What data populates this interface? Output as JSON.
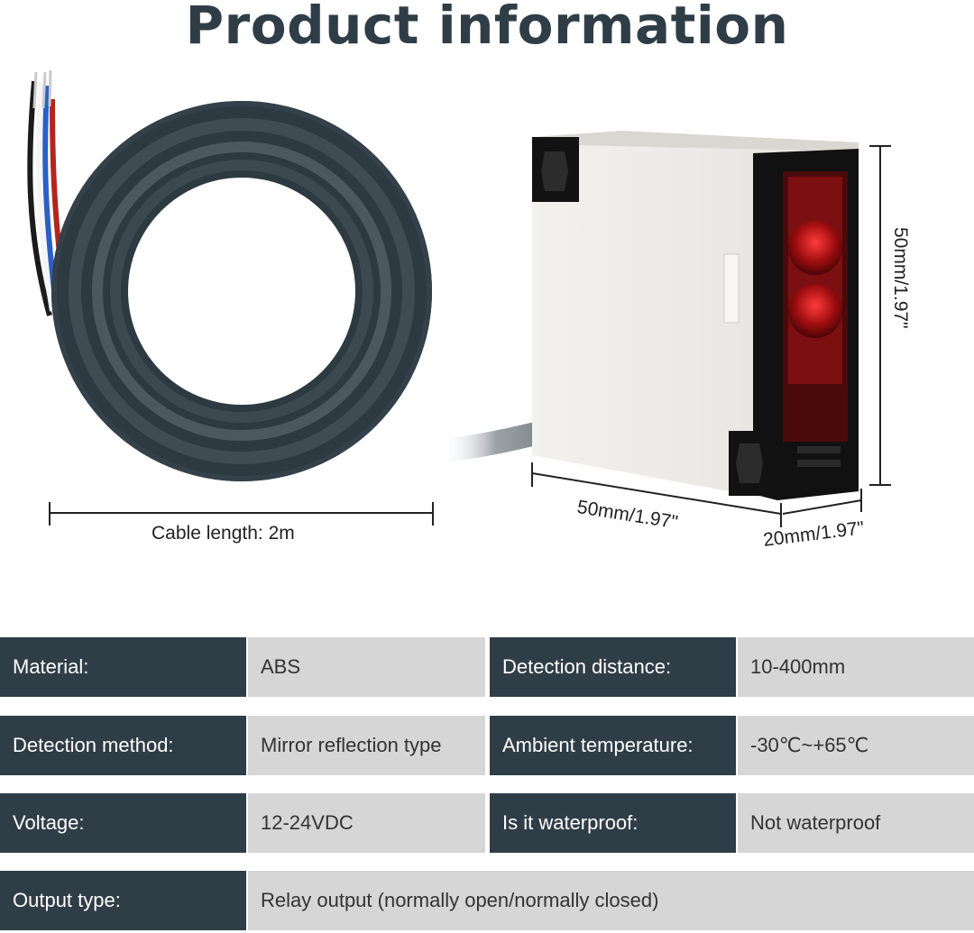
{
  "header": {
    "title": "Product information"
  },
  "dimensions": {
    "cable_length": "Cable length: 2m",
    "width": "50mm/1.97\"",
    "height": "50mm/1.97\"",
    "depth": "20mm/1.97\""
  },
  "colors": {
    "label_bg": "#2f3d47",
    "value_bg": "#d6d6d6",
    "cable": "#3e4b53",
    "lens_red": "#c0171a"
  },
  "specs": {
    "material_label": "Material:",
    "material_value": "ABS",
    "detection_distance_label": "Detection distance:",
    "detection_distance_value": "10-400mm",
    "detection_method_label": "Detection method:",
    "detection_method_value": "Mirror reflection type",
    "ambient_temperature_label": "Ambient temperature:",
    "ambient_temperature_value": "-30℃~+65℃",
    "voltage_label": "Voltage:",
    "voltage_value": "12-24VDC",
    "waterproof_label": "Is it waterproof:",
    "waterproof_value": "Not waterproof",
    "output_type_label": "Output type:",
    "output_type_value": "Relay output (normally open/normally closed)"
  }
}
